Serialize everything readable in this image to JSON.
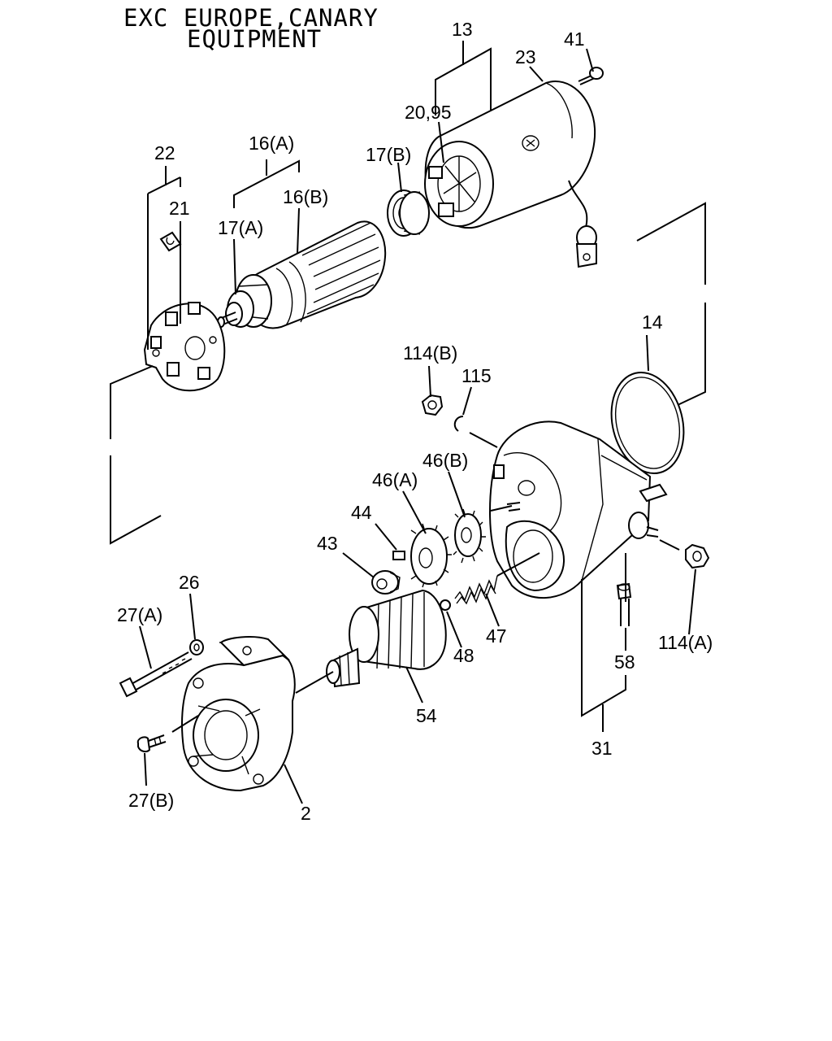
{
  "header": {
    "line1": "EXC EUROPE,CANARY",
    "line2": "EQUIPMENT"
  },
  "labels": {
    "l13": "13",
    "l41": "41",
    "l23": "23",
    "l20_95": "20,95",
    "l22": "22",
    "l16a": "16(A)",
    "l17b": "17(B)",
    "l16b": "16(B)",
    "l21": "21",
    "l17a": "17(A)",
    "l14": "14",
    "l114b": "114(B)",
    "l115": "115",
    "l46b": "46(B)",
    "l46a": "46(A)",
    "l44": "44",
    "l43": "43",
    "l26": "26",
    "l27a": "27(A)",
    "l47": "47",
    "l48": "48",
    "l114a": "114(A)",
    "l58": "58",
    "l54": "54",
    "l31": "31",
    "l27b": "27(B)",
    "l2": "2"
  }
}
